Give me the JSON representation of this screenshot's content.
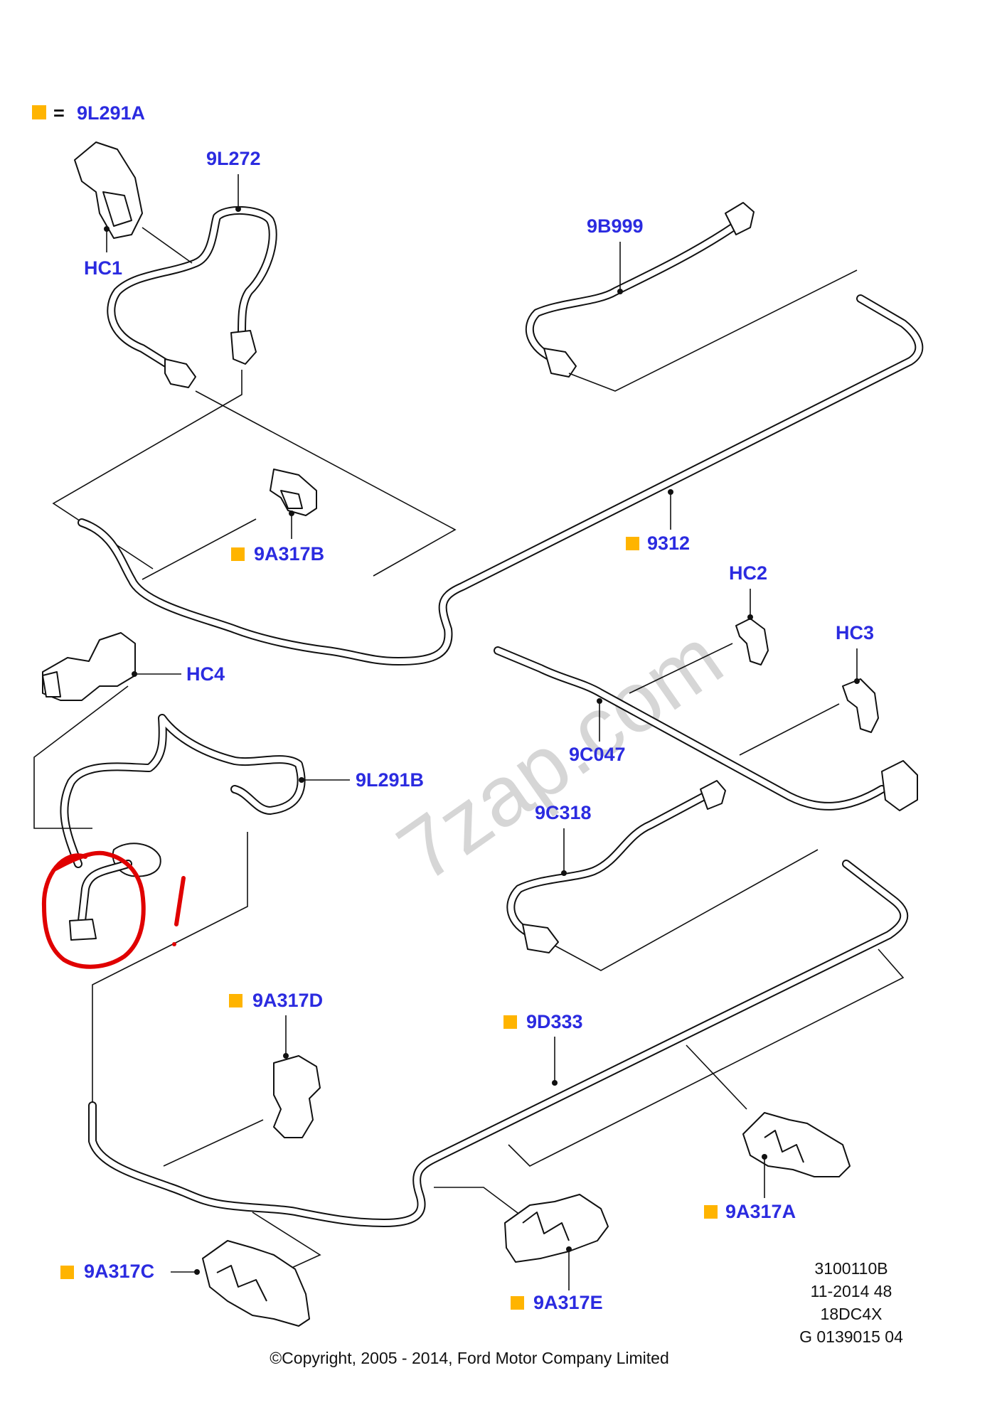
{
  "legend": {
    "swatch_color": "#ffb400",
    "equals": "=",
    "part": "9L291A"
  },
  "labels": {
    "l_9L272": "9L272",
    "l_HC1": "HC1",
    "l_9B999": "9B999",
    "l_9A317B": "9A317B",
    "l_9312": "9312",
    "l_HC2": "HC2",
    "l_HC3": "HC3",
    "l_HC4": "HC4",
    "l_9C047": "9C047",
    "l_9L291B": "9L291B",
    "l_9C318": "9C318",
    "l_9A317D": "9A317D",
    "l_9D333": "9D333",
    "l_9A317A": "9A317A",
    "l_9A317C": "9A317C",
    "l_9A317E": "9A317E"
  },
  "info": {
    "line1": "3100110B",
    "line2": "11-2014 48",
    "line3": "18DC4X",
    "line4": "G 0139015 04"
  },
  "copyright": "©Copyright, 2005 - 2014, Ford Motor Company Limited",
  "watermark": "7zap.com",
  "colors": {
    "label": "#2b2be0",
    "marker": "#ffb400",
    "annotation": "#e00000"
  }
}
